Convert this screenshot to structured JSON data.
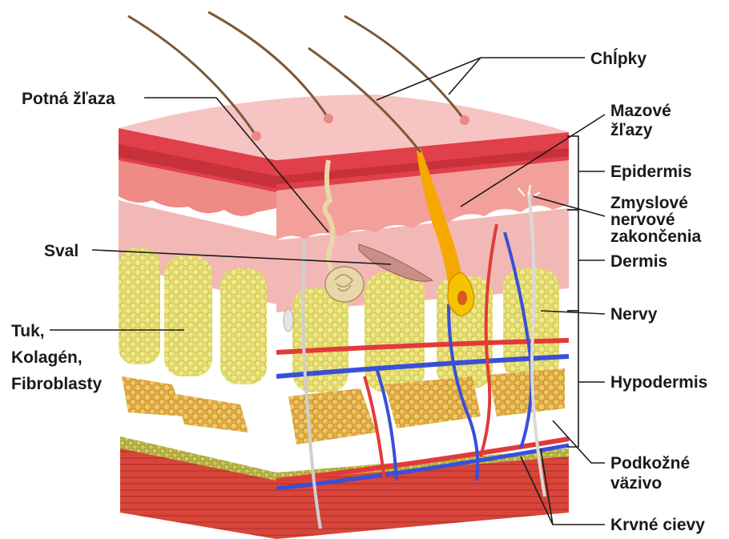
{
  "labels": {
    "hairs": "Chĺpky",
    "sweat_gland": "Potná žľaza",
    "sebaceous_line1": "Mazové",
    "sebaceous_line2": "žľazy",
    "epidermis": "Epidermis",
    "sensory_line1": "Zmyslové",
    "sensory_line2": "nervové",
    "sensory_line3": "zakončenia",
    "muscle": "Sval",
    "dermis": "Dermis",
    "fat_line1": "Tuk,",
    "fat_line2": "Kolagén,",
    "fat_line3": "Fibroblasty",
    "nerves": "Nervy",
    "hypodermis": "Hypodermis",
    "connective_line1": "Podkožné",
    "connective_line2": "väzivo",
    "blood_vessels": "Krvné cievy"
  },
  "colors": {
    "epidermis_top": "#f4b8b8",
    "epidermis_band": "#e0404a",
    "dermis": "#f2a3a0",
    "fat_lobule": "#e8e07a",
    "fat_lobule_orange": "#e8b84a",
    "muscle_base": "#d8453a",
    "artery": "#e23a3a",
    "vein": "#3a4fd8",
    "nerve": "#d9d9d9",
    "hair": "#7a5a3a",
    "sebaceous_gland": "#f5a800"
  }
}
